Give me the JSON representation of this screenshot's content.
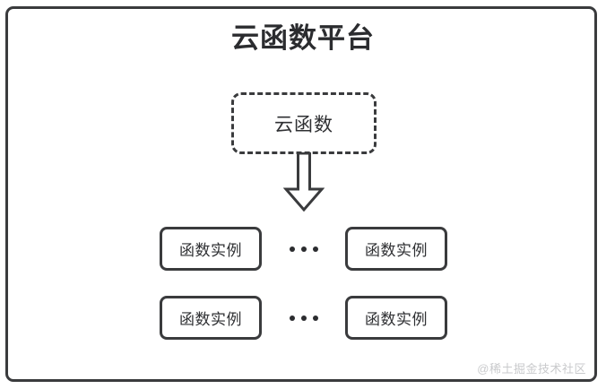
{
  "diagram": {
    "title": "云函数平台",
    "cloud_function": {
      "label": "云函数",
      "border_style": "dashed"
    },
    "arrow": {
      "icon": "down-block-arrow",
      "direction": "down"
    },
    "rows": [
      {
        "left_instance": "函数实例",
        "ellipsis": "•••",
        "right_instance": "函数实例"
      },
      {
        "left_instance": "函数实例",
        "ellipsis": "•••",
        "right_instance": "函数实例"
      }
    ],
    "watermark": "@稀土掘金技术社区",
    "colors": {
      "stroke": "#3a3b3d",
      "text": "#2f3033",
      "background": "#ffffff",
      "watermark": "#c9cacc"
    }
  }
}
